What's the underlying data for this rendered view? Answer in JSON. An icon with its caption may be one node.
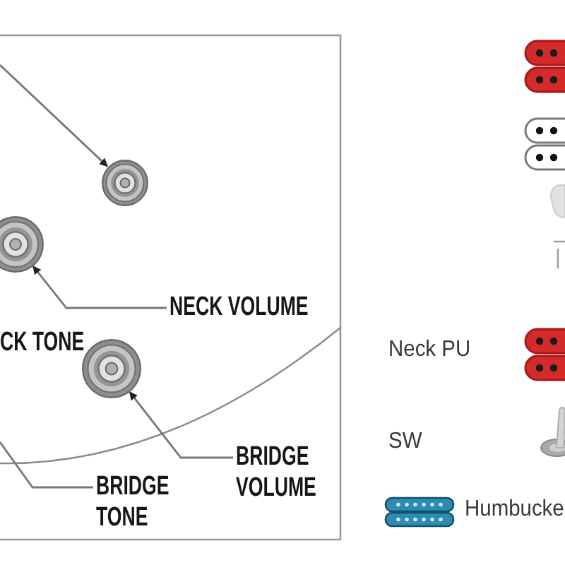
{
  "diagram": {
    "nodes": [
      {
        "text": [],
        "shape": "circle"
      },
      {
        "text": [],
        "shape": "circle"
      },
      {
        "text": [
          "NECK VOLUME"
        ]
      },
      {
        "text": [],
        "shape": "circle"
      },
      {
        "text": [
          "BRIDGE VOLUME"
        ]
      },
      {
        "text": [
          "BRIDGE TONE"
        ]
      }
    ],
    "edges": [
      {
        "from": null,
        "to": 0,
        "arrow": "to"
      },
      {
        "from": 2,
        "to": 1,
        "arrow": "to"
      },
      {
        "from": 4,
        "to": 3,
        "arrow": "to"
      },
      {
        "from": 5,
        "to": null,
        "arrow": "none"
      }
    ],
    "labels": [
      "CK TONE"
    ],
    "legend": [
      {
        "text": "Neck PU"
      },
      {
        "text": "SW"
      },
      {
        "text": "Humbucke"
      }
    ]
  }
}
